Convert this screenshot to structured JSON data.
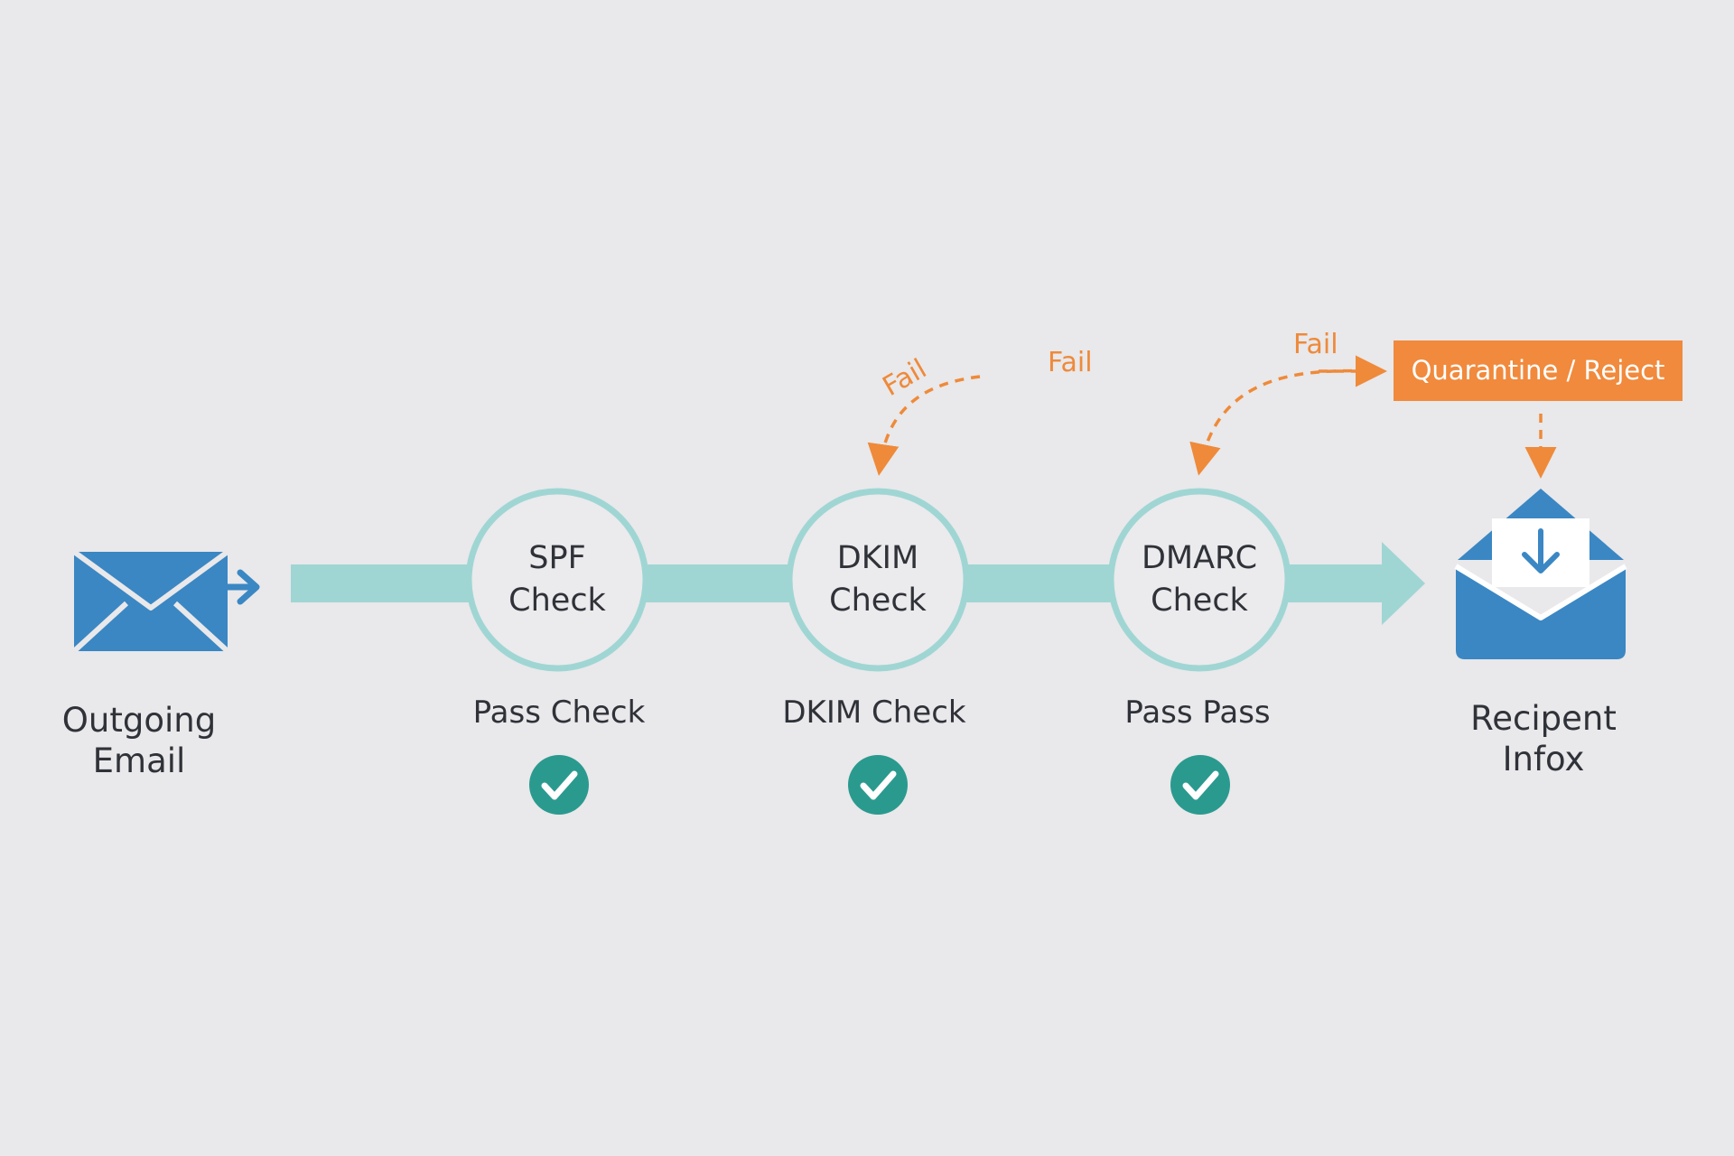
{
  "source": {
    "label_line1": "Outgoing",
    "label_line2": "Email"
  },
  "checks": [
    {
      "title_line1": "SPF",
      "title_line2": "Check",
      "status": "Pass Check"
    },
    {
      "title_line1": "DKIM",
      "title_line2": "Check",
      "status": "DKIM Check"
    },
    {
      "title_line1": "DMARC",
      "title_line2": "Check",
      "status": "Pass Pass"
    }
  ],
  "fail_labels": [
    "Fail",
    "Fail",
    "Fail"
  ],
  "reject": {
    "label": "Quarantine / Reject"
  },
  "destination": {
    "label_line1": "Recipent",
    "label_line2": "Infox"
  },
  "colors": {
    "background": "#e9e8ea",
    "flow": "#9fd6d4",
    "node_ring": "#9fd6d4",
    "check_badge": "#2a9a8f",
    "fail": "#ee8a3a",
    "reject_box": "#f18a3c",
    "envelope": "#3a87c4"
  },
  "icons": {
    "source": "outgoing-email-icon",
    "check_badge": "checkmark-icon",
    "destination": "inbox-download-icon"
  }
}
